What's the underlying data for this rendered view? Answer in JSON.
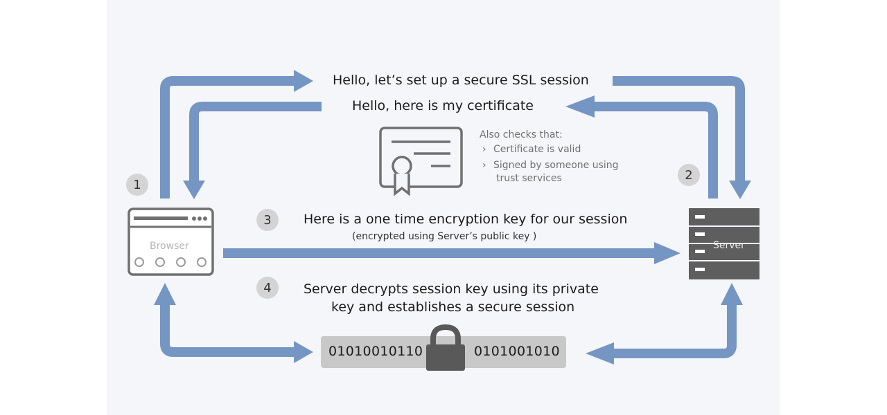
{
  "messages": {
    "hello_client": "Hello, let’s set up a secure SSL session",
    "hello_server": "Hello, here is my certificate",
    "key_msg": "Here is a one time encryption key for our session",
    "key_sub": "(encrypted using Server’s public key )",
    "decrypt_line1": "Server decrypts session key using its private",
    "decrypt_line2": "key and establishes a secure session"
  },
  "checks": {
    "title": "Also checks that:",
    "items": [
      "Certificate is valid",
      "Signed by someone using"
    ],
    "item2_cont": "trust services",
    "bullet": "›"
  },
  "steps": {
    "one": "1",
    "two": "2",
    "three": "3",
    "four": "4"
  },
  "browser": {
    "label": "Browser"
  },
  "server": {
    "label": "Server"
  },
  "binary": {
    "left": "01010010110",
    "right": "0101001010"
  },
  "colors": {
    "arrow": "#7595c3",
    "icon_gray": "#707070",
    "server_dark": "#5e5e5e",
    "badge": "#d4d4d4",
    "binbar": "#c8c8c8",
    "lock": "#595959"
  },
  "icons": [
    "certificate-icon",
    "browser-icon",
    "server-icon",
    "lock-icon"
  ]
}
